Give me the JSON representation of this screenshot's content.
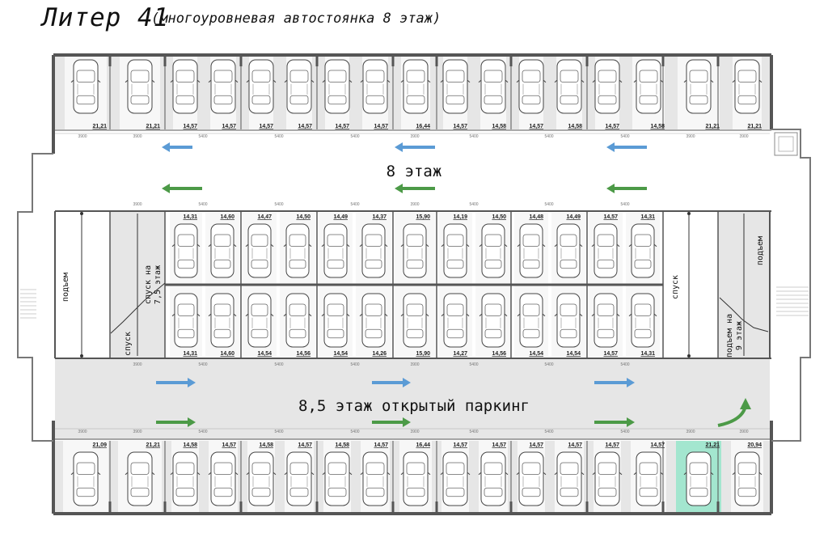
{
  "title": "Литер 41",
  "subtitle": "(многоуровневая автостоянка 8 этаж)",
  "floor_label_upper": "8 этаж",
  "floor_label_lower": "8,5 этаж открытый паркинг",
  "colors": {
    "arrow_blue": "#5b9bd5",
    "arrow_green": "#4c9a47",
    "highlight": "#a3e6cf",
    "wall": "#555555",
    "floor": "#e6e6e6"
  },
  "ramps": {
    "left_up": "подъем",
    "left_down": "спуск на 7,5 этаж",
    "left_down_short": "спуск",
    "right_down": "спуск",
    "right_up": "подъем",
    "right_up_next": "подъем на 9 этаж"
  },
  "dimensions": {
    "w3900": "3900",
    "w5400": "5400"
  },
  "rows": {
    "top": [
      "21,21",
      "21,21",
      "14,57",
      "14,57",
      "14,57",
      "14,57",
      "14,57",
      "14,57",
      "16,44",
      "14,57",
      "14,58",
      "14,57",
      "14,58",
      "14,57",
      "14,58",
      "21,21",
      "21,21"
    ],
    "mid_upper": [
      "14,31",
      "14,60",
      "14,47",
      "14,50",
      "14,49",
      "14,37",
      "15,90",
      "14,19",
      "14,50",
      "14,48",
      "14,49",
      "14,57",
      "14,31"
    ],
    "mid_lower": [
      "14,31",
      "14,60",
      "14,54",
      "14,56",
      "14,54",
      "14,26",
      "15,90",
      "14,27",
      "14,56",
      "14,54",
      "14,54",
      "14,57",
      "14,31"
    ],
    "bottom": [
      "21,09",
      "21,21",
      "14,58",
      "14,57",
      "14,58",
      "14,57",
      "14,58",
      "14,57",
      "16,44",
      "14,57",
      "14,57",
      "14,57",
      "14,57",
      "14,57",
      "14,57",
      "21,21",
      "20,94"
    ]
  },
  "highlighted_spot": {
    "row": "bottom",
    "index": 15
  }
}
